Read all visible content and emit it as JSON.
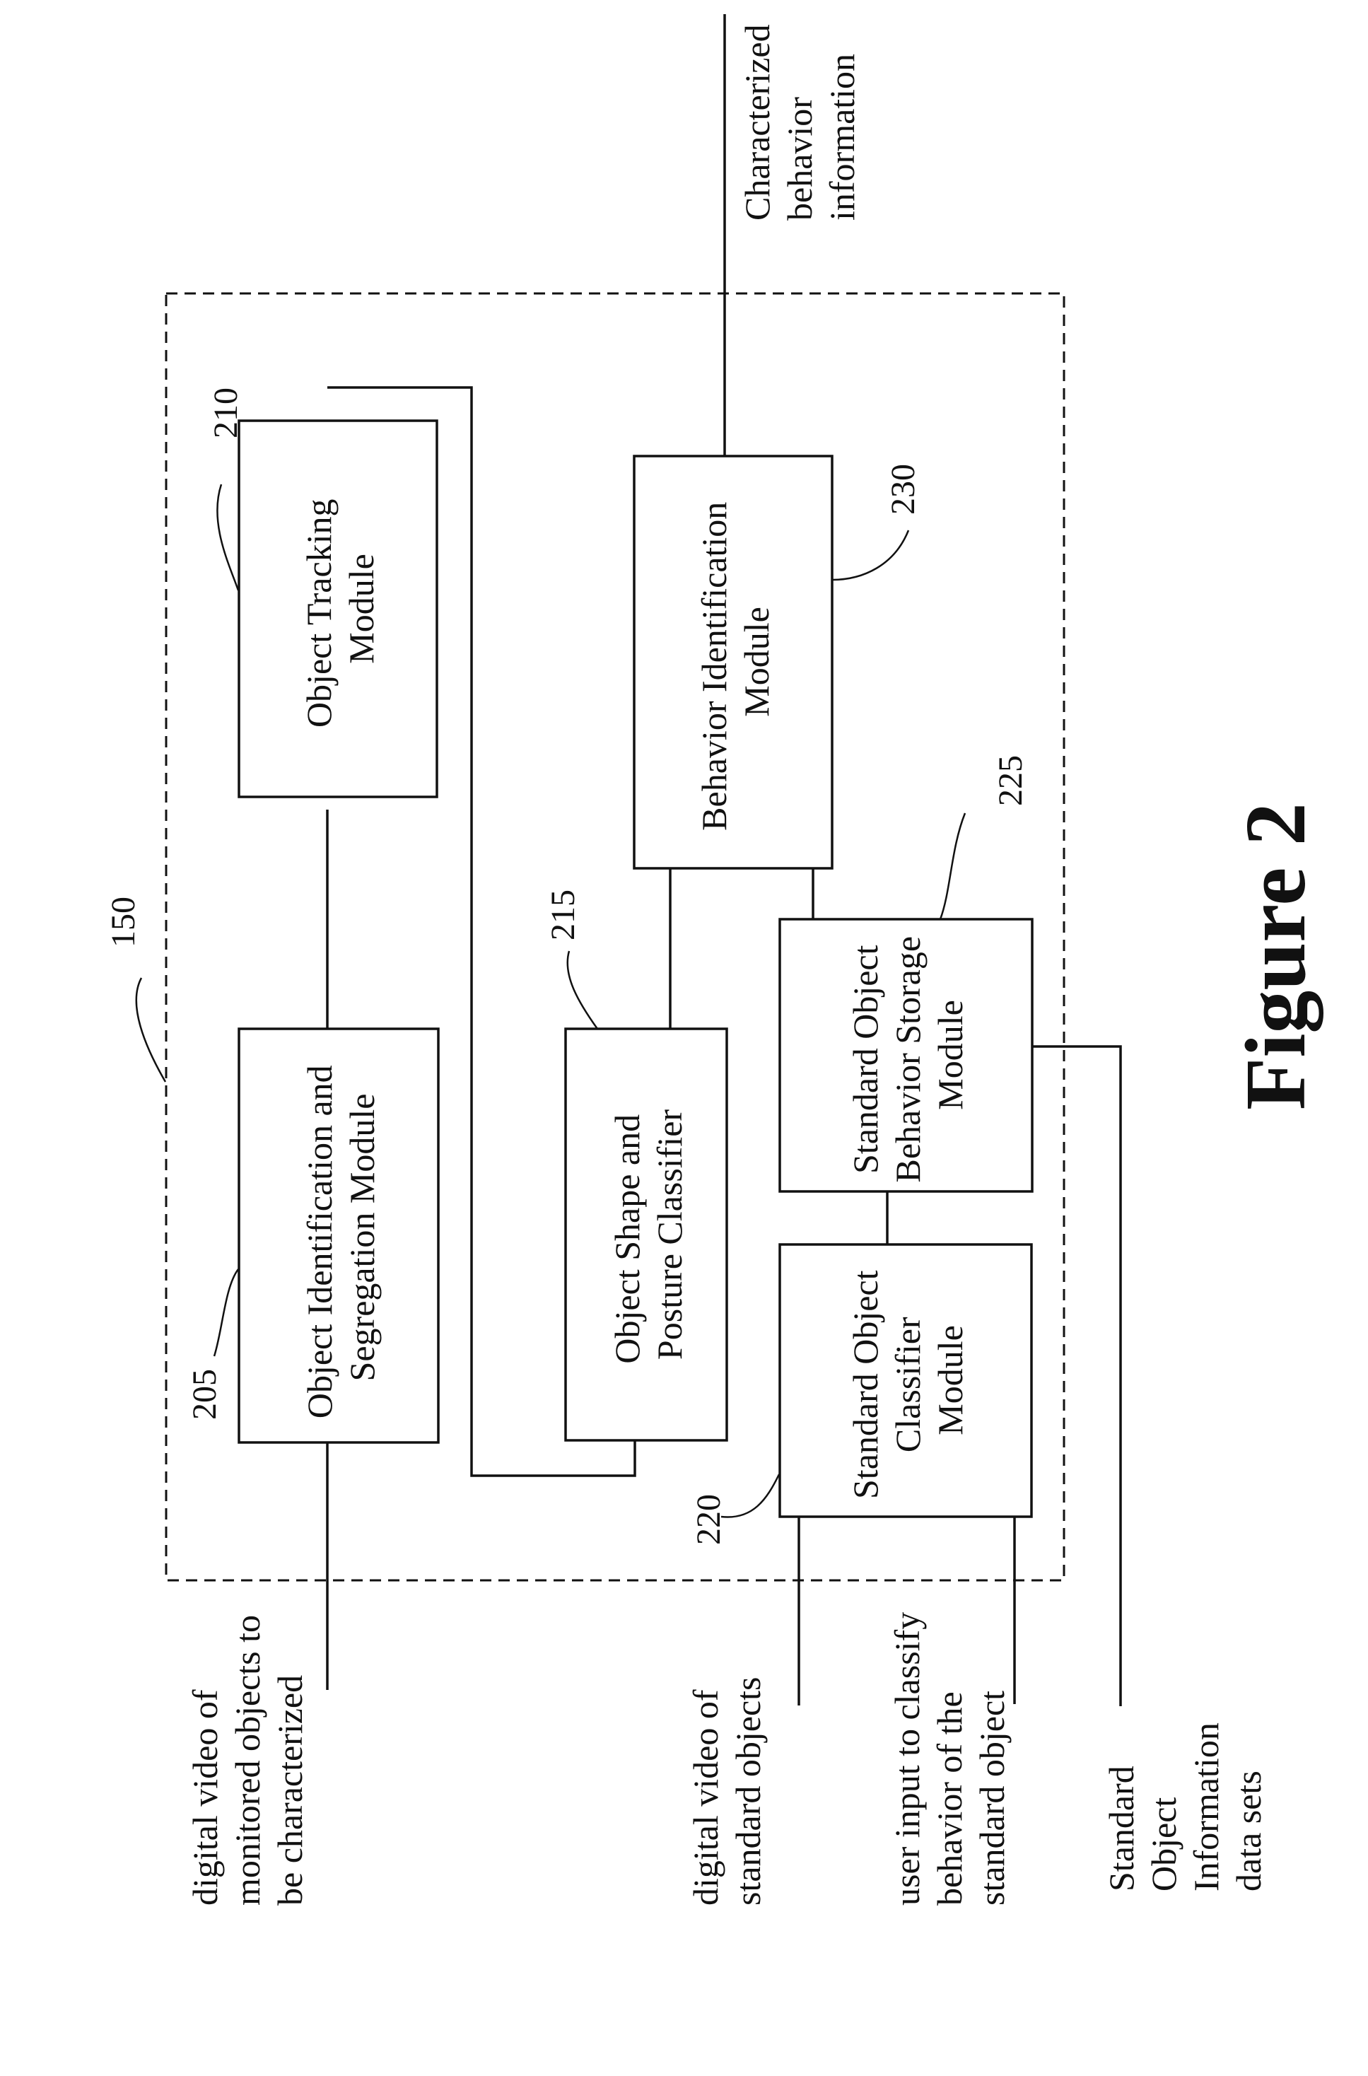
{
  "figure": {
    "title": "Figure 2"
  },
  "references": {
    "system": "150",
    "identification": "205",
    "tracking": "210",
    "shape": "215",
    "std_classifier": "220",
    "std_storage": "225",
    "behavior": "230"
  },
  "modules": {
    "identification": [
      "Object Identification and",
      "Segregation Module"
    ],
    "tracking": [
      "Object Tracking",
      "Module"
    ],
    "shape": [
      "Object Shape and",
      "Posture Classifier"
    ],
    "behavior": [
      "Behavior Identification",
      "Module"
    ],
    "std_classifier": [
      "Standard Object",
      "Classifier",
      "Module"
    ],
    "std_storage": [
      "Standard Object",
      "Behavior Storage",
      "Module"
    ]
  },
  "io": {
    "monitored_video": [
      "digital video of",
      "monitored objects to",
      "be characterized"
    ],
    "standard_video": [
      "digital video of",
      "standard objects"
    ],
    "user_input": [
      "user input to classify",
      "behavior of the",
      "standard object"
    ],
    "standard_info": [
      "Standard",
      "Object",
      "Information",
      "data sets"
    ],
    "output": [
      "Characterized",
      "behavior",
      "information"
    ]
  }
}
